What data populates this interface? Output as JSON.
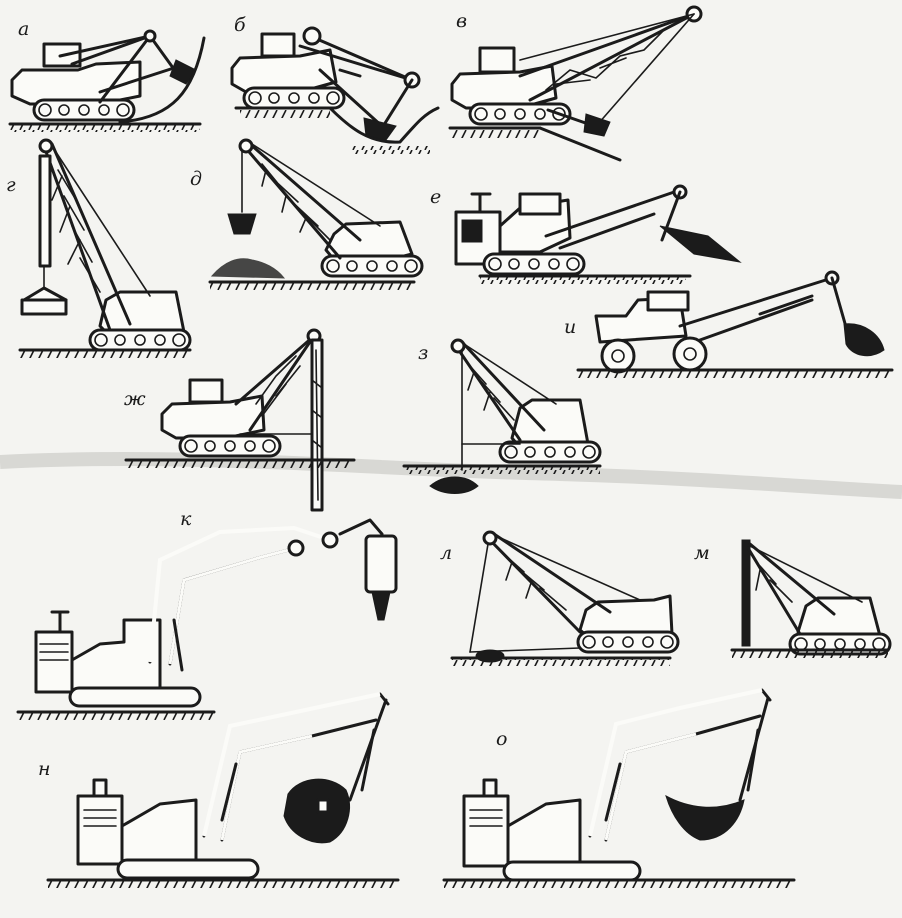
{
  "labels": {
    "a": "а",
    "b": "б",
    "v": "в",
    "g": "г",
    "d": "д",
    "e": "е",
    "i": "и",
    "zh": "ж",
    "z": "з",
    "k": "к",
    "l": "л",
    "m": "м",
    "n": "н",
    "o": "о"
  },
  "colors": {
    "ink": "#1b1b1b",
    "paper": "#f4f4f1"
  }
}
